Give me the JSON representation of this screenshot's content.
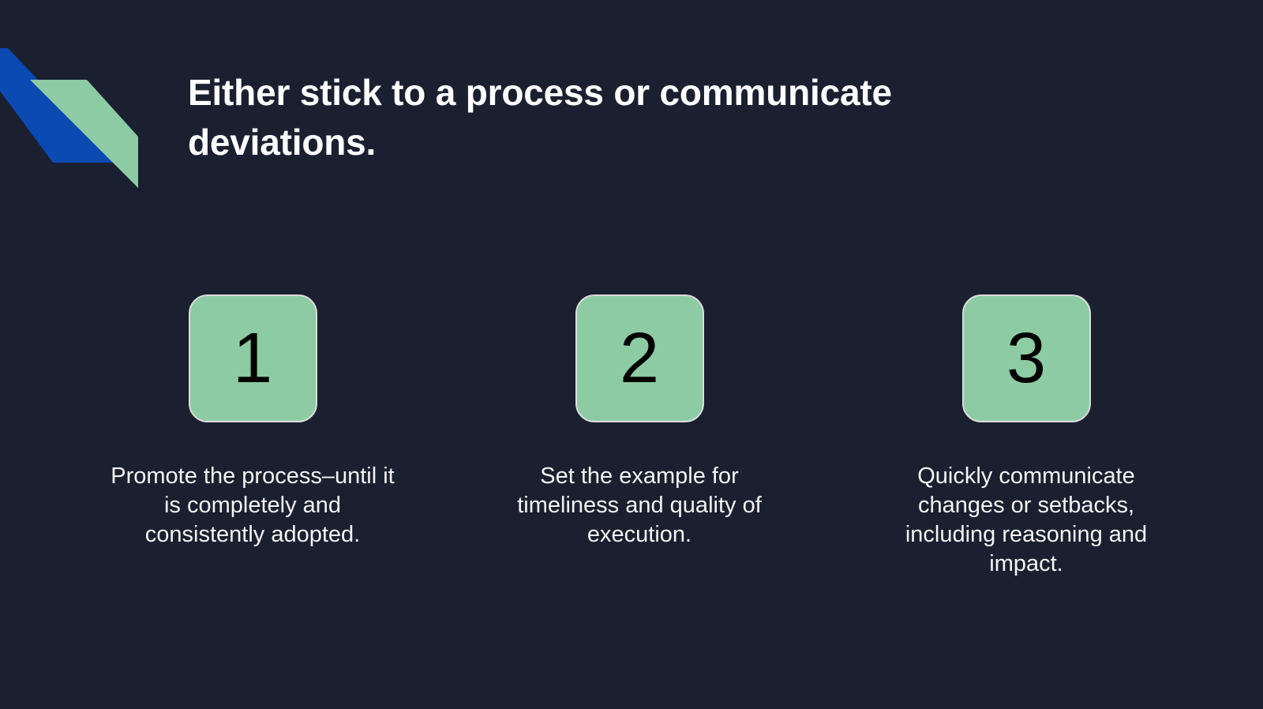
{
  "slide": {
    "background_color": "#1b2030",
    "title": "Either stick to a process or communicate deviations.",
    "logo": {
      "name": "diagonal-parallelogram-logo",
      "blue_color": "#0b49b3",
      "green_color": "#8ccba3"
    },
    "steps": [
      {
        "number": "1",
        "caption": "Promote the process–until it is completely and consistently adopted."
      },
      {
        "number": "2",
        "caption": "Set the example for timeliness and quality of execution."
      },
      {
        "number": "3",
        "caption": "Quickly communicate changes or setbacks, including reasoning and impact."
      }
    ],
    "badge_color": "#8ccba3",
    "badge_text_color": "#000000",
    "caption_text_color": "#f4f4f4",
    "title_text_color": "#ffffff"
  }
}
